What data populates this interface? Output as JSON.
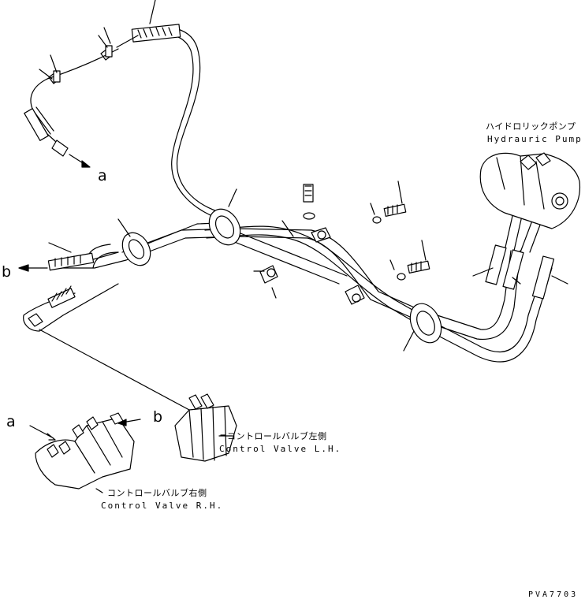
{
  "callouts": {
    "a_top": "a",
    "b_left": "b",
    "a_bottom": "a",
    "b_bottom": "b"
  },
  "labels": {
    "hydraulic_pump_jp": "ハイドロリックポンプ",
    "hydraulic_pump_en": "Hydrauric Pump",
    "control_valve_lh_jp": "コントロールバルブ左側",
    "control_valve_lh_en": "Control Valve L.H.",
    "control_valve_rh_jp": "コントロールバルブ右側",
    "control_valve_rh_en": "Control Valve R.H."
  },
  "drawing_code": "PVA7703",
  "colors": {
    "line": "#000000",
    "background": "#ffffff"
  }
}
